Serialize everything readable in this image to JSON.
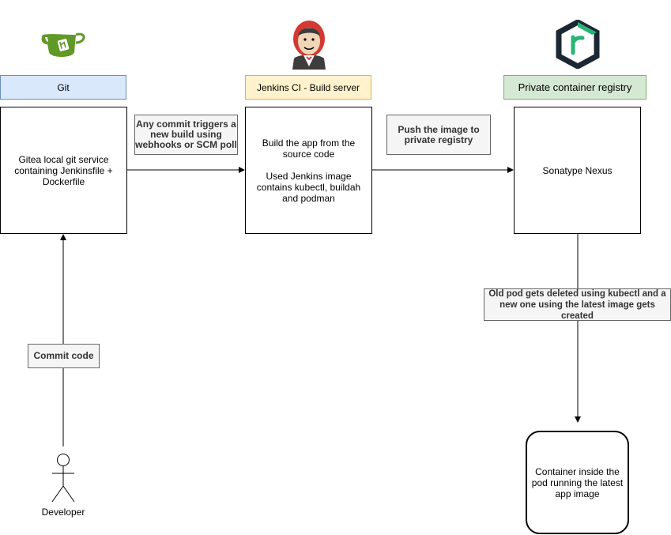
{
  "headers": {
    "git": "Git",
    "jenkins": "Jenkins CI - Build server",
    "registry": "Private container registry"
  },
  "nodes": {
    "gitea": "Gitea local git service\ncontaining Jenkinsfile +\nDockerfile",
    "jenkins": "Build the app from the\nsource code\n\nUsed Jenkins image\ncontains kubectl, buildah\nand podman",
    "nexus": "Sonatype Nexus",
    "container": "Container inside the\npod running the latest\napp image"
  },
  "edge_labels": {
    "commit_triggers": "Any commit triggers a\nnew build using\nwebhooks or SCM poll",
    "push_image": "Push the image to\nprivate registry",
    "old_pod": "Old pod gets deleted using kubectl and a\nnew one using the latest image gets\ncreated",
    "commit_code": "Commit code"
  },
  "actor": {
    "label": "Developer"
  },
  "icons": [
    "gitea-logo-icon",
    "jenkins-logo-icon",
    "nexus-logo-icon",
    "person-icon"
  ],
  "colors": {
    "git_header_fill": "#dae8fc",
    "git_header_border": "#6c8ebf",
    "jenkins_header_fill": "#fff2cc",
    "jenkins_header_border": "#d6b656",
    "registry_header_fill": "#d5e8d4",
    "registry_header_border": "#82b366",
    "gitea_green": "#609926",
    "nexus_dark": "#1b2733",
    "nexus_green": "#29b473",
    "jenkins_red": "#d33833"
  }
}
